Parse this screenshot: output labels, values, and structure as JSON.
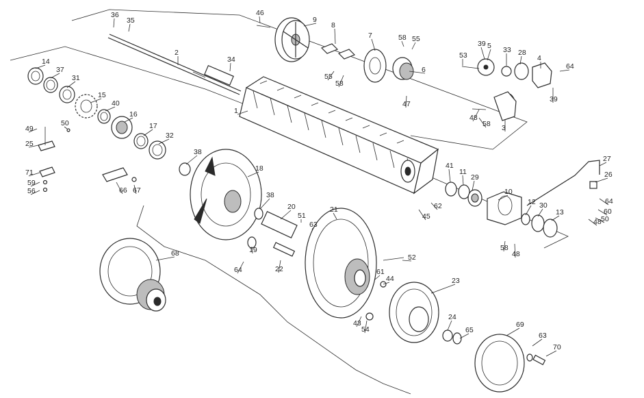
{
  "diagram": {
    "labels": [
      "1",
      "2",
      "3",
      "4",
      "5",
      "6",
      "7",
      "8",
      "9",
      "10",
      "11",
      "12",
      "13",
      "14",
      "15",
      "16",
      "17",
      "18",
      "19",
      "20",
      "21",
      "22",
      "23",
      "24",
      "25",
      "26",
      "27",
      "28",
      "29",
      "30",
      "31",
      "32",
      "33",
      "34",
      "35",
      "36",
      "37",
      "38",
      "38",
      "39",
      "39",
      "40",
      "41",
      "43",
      "44",
      "45",
      "46",
      "47",
      "48",
      "48",
      "48",
      "49",
      "50",
      "50",
      "51",
      "52",
      "53",
      "54",
      "55",
      "55",
      "56",
      "58",
      "58",
      "58",
      "58",
      "59",
      "60",
      "61",
      "62",
      "63",
      "63",
      "64",
      "64",
      "64",
      "65",
      "66",
      "67",
      "68",
      "69",
      "70",
      "71"
    ]
  }
}
